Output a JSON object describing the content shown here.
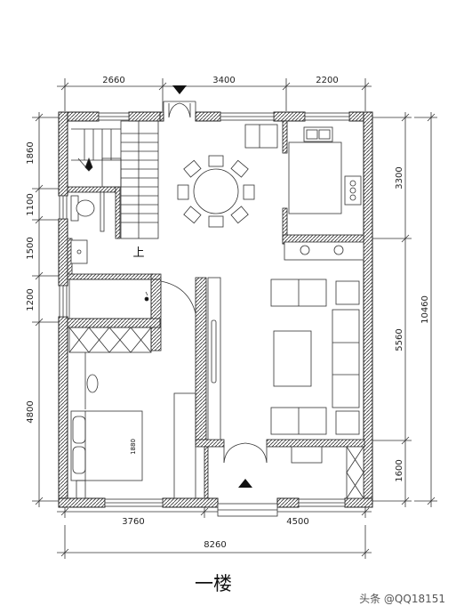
{
  "plan": {
    "title": "一楼",
    "watermark": "头条 @QQ18151",
    "stair_label": "上",
    "bed_label": "1880",
    "dims_top": [
      "2660",
      "3400",
      "2200"
    ],
    "dims_bottom": [
      "3760",
      "4500"
    ],
    "dim_total": "8260",
    "dims_left": [
      "1860",
      "1100",
      "1500",
      "1200",
      "4800"
    ],
    "dims_right": [
      "3300",
      "5560",
      "1600"
    ],
    "dim_right_total": "10460"
  }
}
